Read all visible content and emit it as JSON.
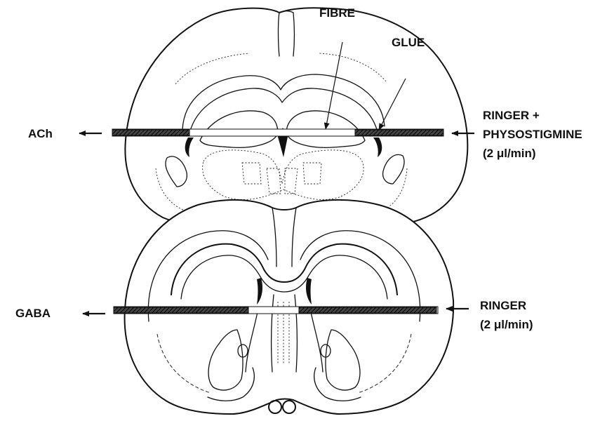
{
  "labels": {
    "fibre": "FIBRE",
    "glue": "GLUE",
    "ach": "ACh",
    "gaba": "GABA",
    "ringer_physo_line1": "RINGER +",
    "ringer_physo_line2": "PHYSOSTIGMINE",
    "ringer_physo_line3": "(2 μl/min)",
    "ringer_line1": "RINGER",
    "ringer_line2": "(2 μl/min)"
  }
}
